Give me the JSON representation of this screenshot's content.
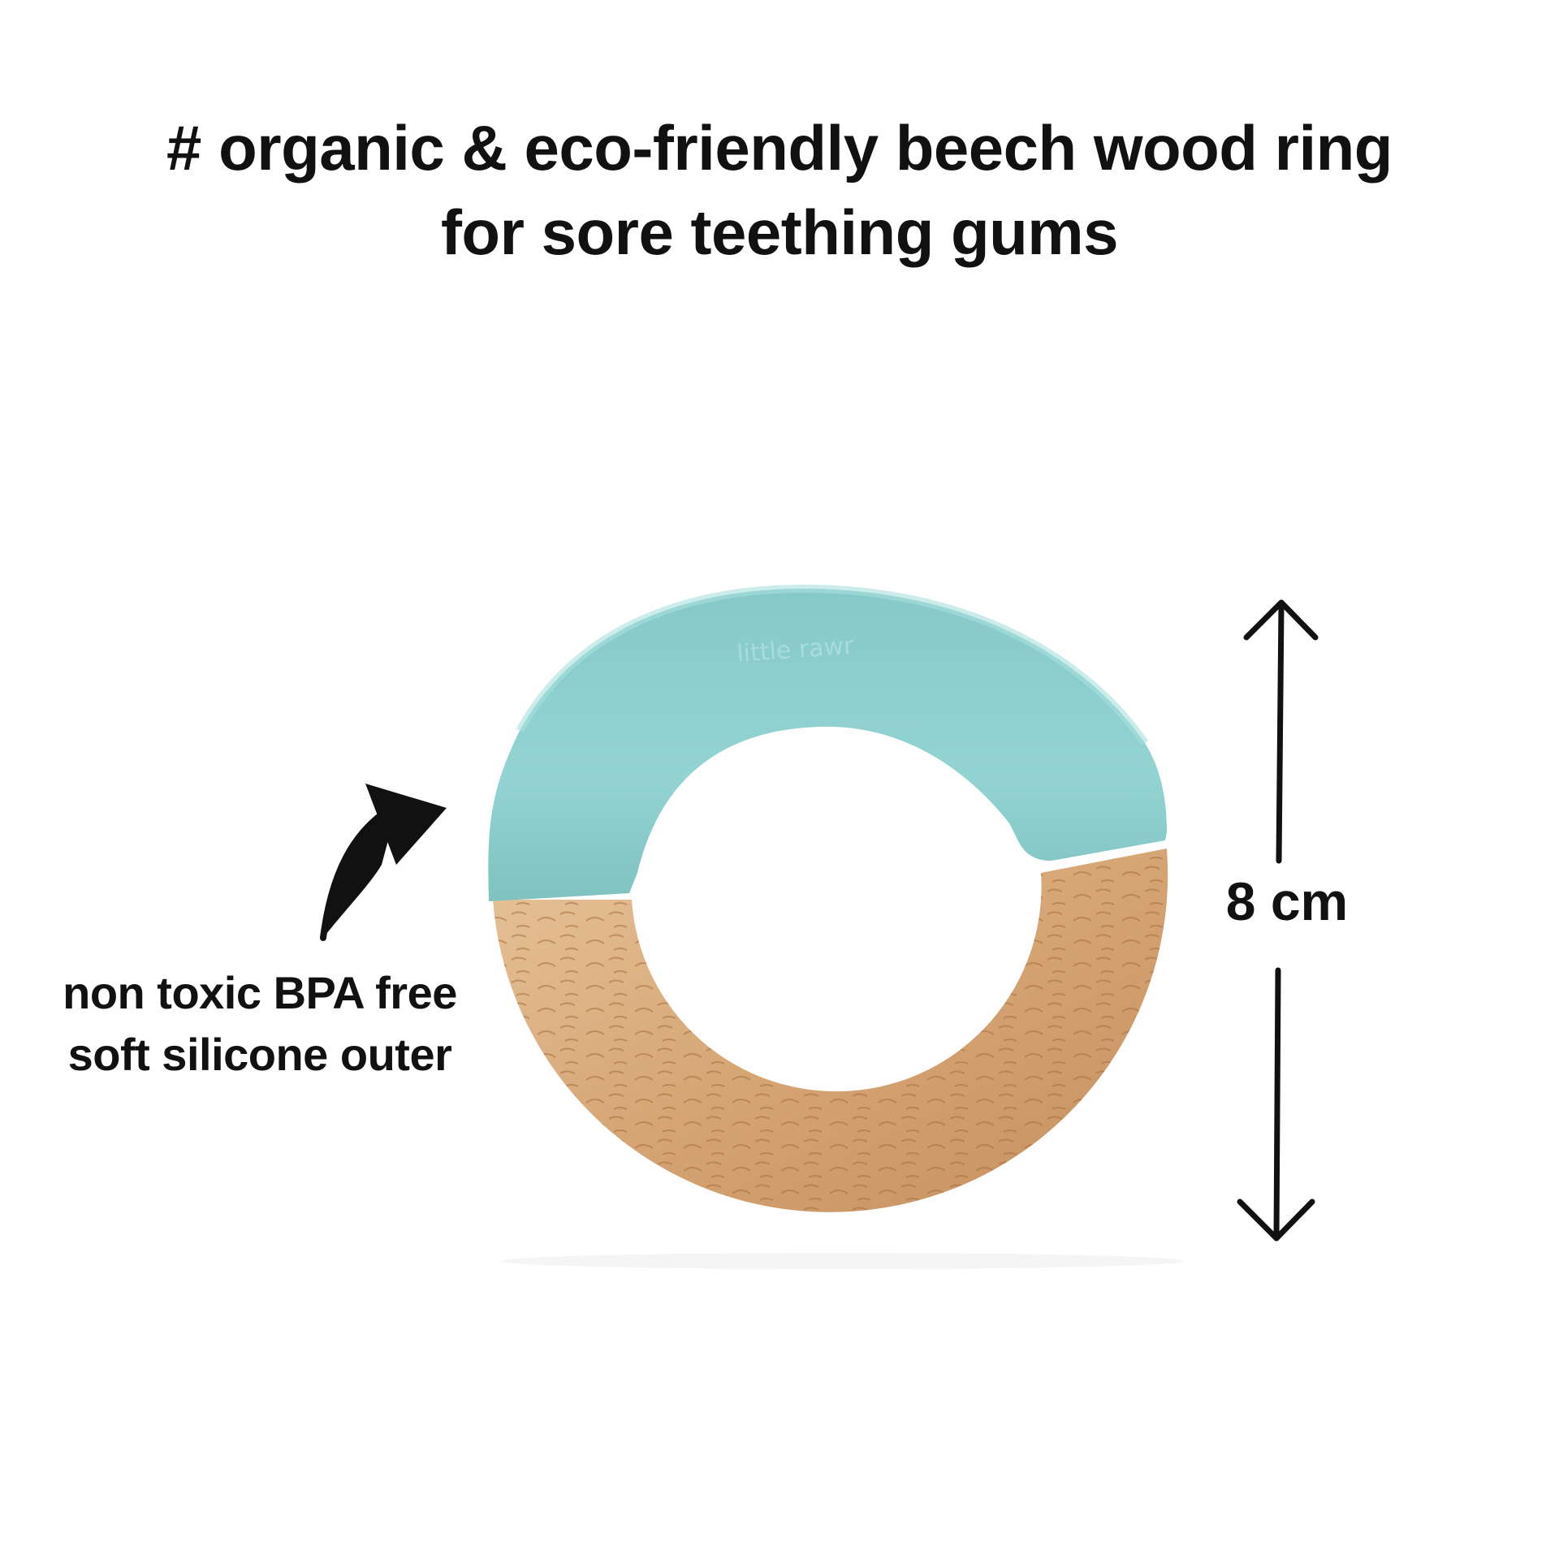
{
  "headline": {
    "line1": "# organic & eco-friendly beech wood ring",
    "line2": "for sore teething gums"
  },
  "callout": {
    "line1": "non toxic BPA free",
    "line2": "soft silicone outer"
  },
  "dimension": {
    "label": "8 cm"
  },
  "product": {
    "brand_mark": "little rawr",
    "silicone_color": "#8fd1d1",
    "wood_color": "#d6a574"
  }
}
